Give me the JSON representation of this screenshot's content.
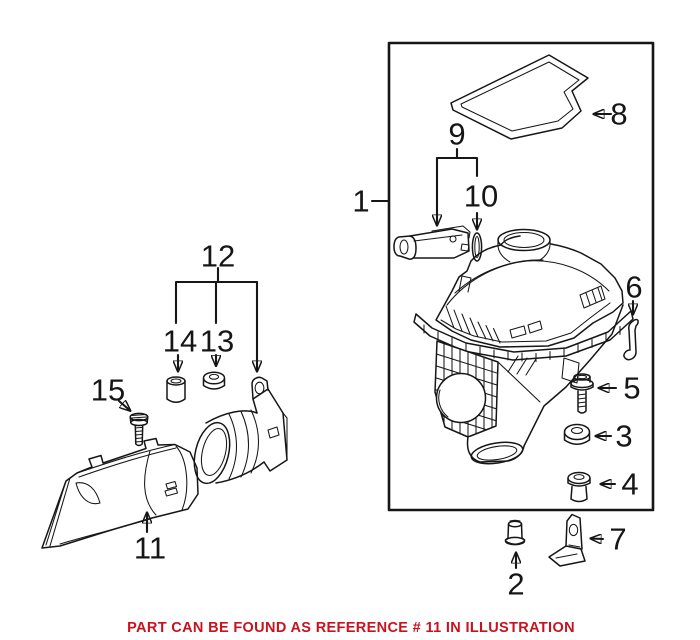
{
  "figure": {
    "callouts": [
      {
        "ref": "1"
      },
      {
        "ref": "2"
      },
      {
        "ref": "3"
      },
      {
        "ref": "4"
      },
      {
        "ref": "5"
      },
      {
        "ref": "6"
      },
      {
        "ref": "7"
      },
      {
        "ref": "8"
      },
      {
        "ref": "9"
      },
      {
        "ref": "10"
      },
      {
        "ref": "11"
      },
      {
        "ref": "12"
      },
      {
        "ref": "13"
      },
      {
        "ref": "14"
      },
      {
        "ref": "15"
      }
    ],
    "note": "PART CAN BE FOUND AS REFERENCE # 11 IN ILLUSTRATION"
  },
  "colors": {
    "ink": "#161616",
    "note_red": "#c8121e",
    "background": "#ffffff"
  }
}
